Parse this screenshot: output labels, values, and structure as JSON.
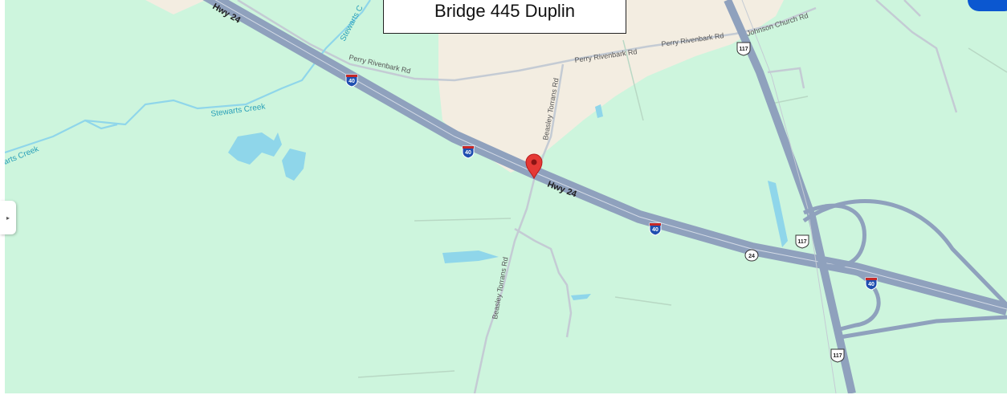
{
  "title_box": {
    "text": "Bridge 445 Duplin"
  },
  "map": {
    "roads": {
      "hwy_24_a": "Hwy 24",
      "hwy_24_b": "Hwy 24",
      "perry_rivenbark_1": "Perry Rivenbark Rd",
      "perry_rivenbark_2": "Perry Rivenbark Rd",
      "perry_rivenbark_3": "Perry Rivenbark Rd",
      "johnson_church": "Johnson Church Rd",
      "beasley_torrans_1": "Beasley Torrans Rd",
      "beasley_torrans_2": "Beasley Torrans Rd"
    },
    "water": {
      "stewarts_creek_1": "Stewarts Creek",
      "stewarts_creek_2": "Stewarts C",
      "stewarts_creek_3": "arts Creek"
    },
    "shields": {
      "i40": "40",
      "us117": "117",
      "nc24": "24"
    },
    "colors": {
      "land": "#cdf5dd",
      "urban": "#f3ede1",
      "highway": "#8fa1bd",
      "water": "#8fd6ea",
      "marker": "#e53935"
    }
  }
}
